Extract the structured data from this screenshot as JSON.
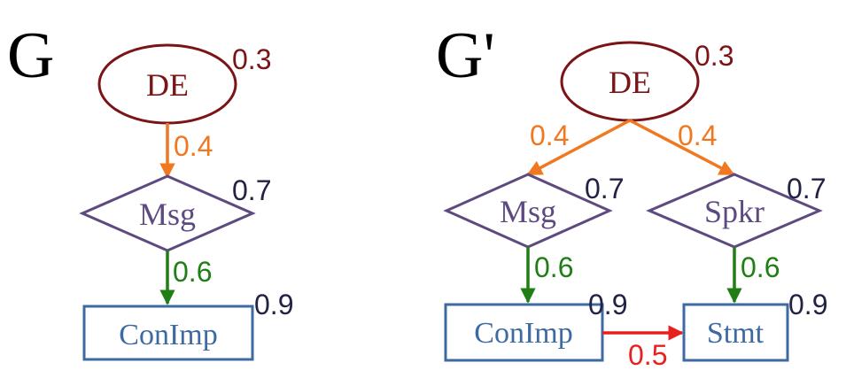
{
  "colors": {
    "ellipse": "#7b1416",
    "diamond": "#5e4a80",
    "box": "#3d6aa2",
    "edge_orange": "#f07820",
    "edge_green": "#1f7f14",
    "edge_red": "#e8201f",
    "text_dark": "#222244"
  },
  "left": {
    "title": "G",
    "de": {
      "label": "DE",
      "weight": "0.3"
    },
    "msg": {
      "label": "Msg",
      "weight": "0.7"
    },
    "conimp": {
      "label": "ConImp",
      "weight": "0.9"
    },
    "edge_de_msg": "0.4",
    "edge_msg_conimp": "0.6"
  },
  "right": {
    "title": "G'",
    "de": {
      "label": "DE",
      "weight": "0.3"
    },
    "msg": {
      "label": "Msg",
      "weight": "0.7"
    },
    "spkr": {
      "label": "Spkr",
      "weight": "0.7"
    },
    "conimp": {
      "label": "ConImp",
      "weight": "0.9"
    },
    "stmt": {
      "label": "Stmt",
      "weight": "0.9"
    },
    "edge_de_msg": "0.4",
    "edge_de_spkr": "0.4",
    "edge_msg_conimp": "0.6",
    "edge_spkr_stmt": "0.6",
    "edge_conimp_stmt": "0.5"
  }
}
